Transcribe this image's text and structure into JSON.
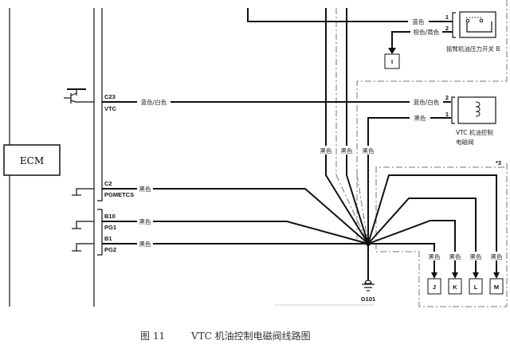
{
  "ecm": {
    "label": "ECM"
  },
  "connector_pins": {
    "c23": "C23",
    "vtc": "VTC",
    "c2": "C2",
    "pgmetcs": "PGMETCS",
    "b10": "B10",
    "pg1": "PG1",
    "b1": "B1",
    "pg2": "PG2"
  },
  "wire_colors": {
    "blue": "蓝色",
    "brown_yellow": "棕色/黄色",
    "blue_white": "蓝色/白色",
    "black": "黑色"
  },
  "oil_pressure_switch": {
    "label": "摇臂机油压力开关 B",
    "pin1": "1",
    "pin2": "2",
    "ref": "I"
  },
  "vtc_valve": {
    "label_line1": "VTC 机油控制",
    "label_line2": "电磁阀",
    "pin1": "1",
    "pin2": "2"
  },
  "ground": {
    "label": "G101"
  },
  "option_note": "*3",
  "refs": [
    "J",
    "K",
    "L",
    "M"
  ],
  "caption": {
    "figure": "图 11",
    "title": "VTC 机油控制电磁阀线路图"
  }
}
